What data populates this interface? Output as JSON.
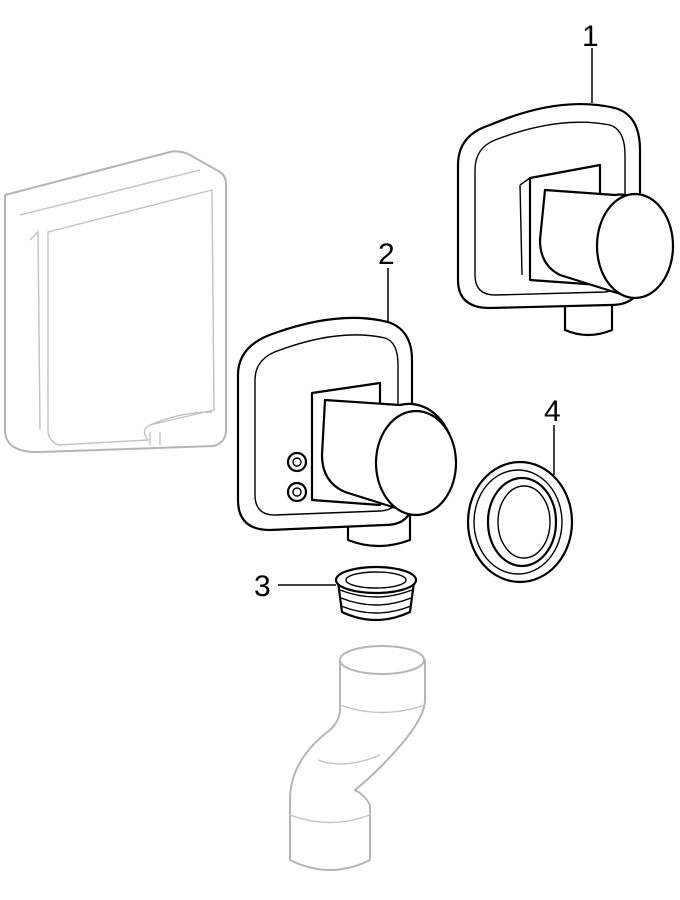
{
  "diagram": {
    "type": "exploded-parts-drawing",
    "callouts": [
      {
        "number": "1",
        "part": "wall-elbow-without-fixing"
      },
      {
        "number": "2",
        "part": "wall-elbow-with-fixing-screws"
      },
      {
        "number": "3",
        "part": "lip-seal"
      },
      {
        "number": "4",
        "part": "seal-ring"
      }
    ],
    "context_parts": [
      "concealed-box",
      "s-trap-bend"
    ],
    "colors": {
      "highlighted": "#000000",
      "context": "#b5b5b5"
    }
  }
}
